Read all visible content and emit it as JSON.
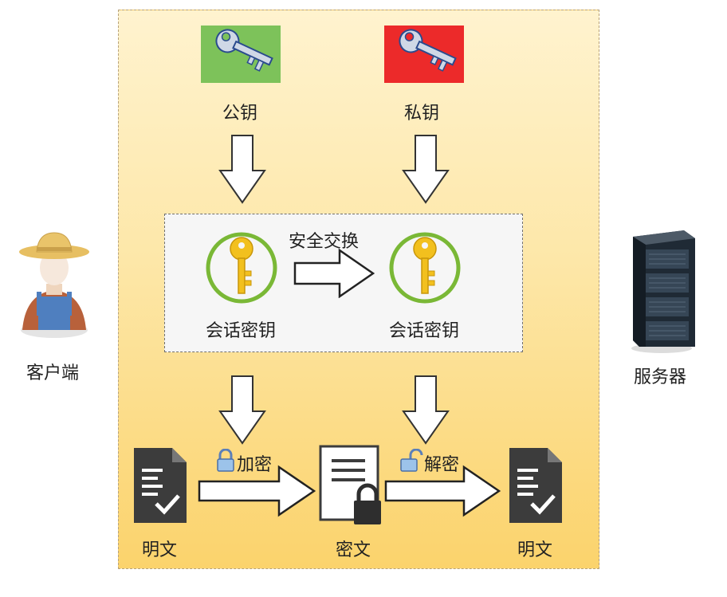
{
  "client_label": "客户端",
  "server_label": "服务器",
  "public_key_label": "公钥",
  "private_key_label": "私钥",
  "exchange_label": "安全交换",
  "session_key_left": "会话密钥",
  "session_key_right": "会话密钥",
  "encrypt_label": "加密",
  "decrypt_label": "解密",
  "plaintext_left": "明文",
  "ciphertext": "密文",
  "plaintext_right": "明文",
  "colors": {
    "public_key_bg": "#7dc25a",
    "private_key_bg": "#ec2a2a",
    "panel_top": "#fff3cf",
    "panel_bottom": "#fbd36c",
    "gold_key": "#f2c01e",
    "green_ring": "#7ab836"
  }
}
